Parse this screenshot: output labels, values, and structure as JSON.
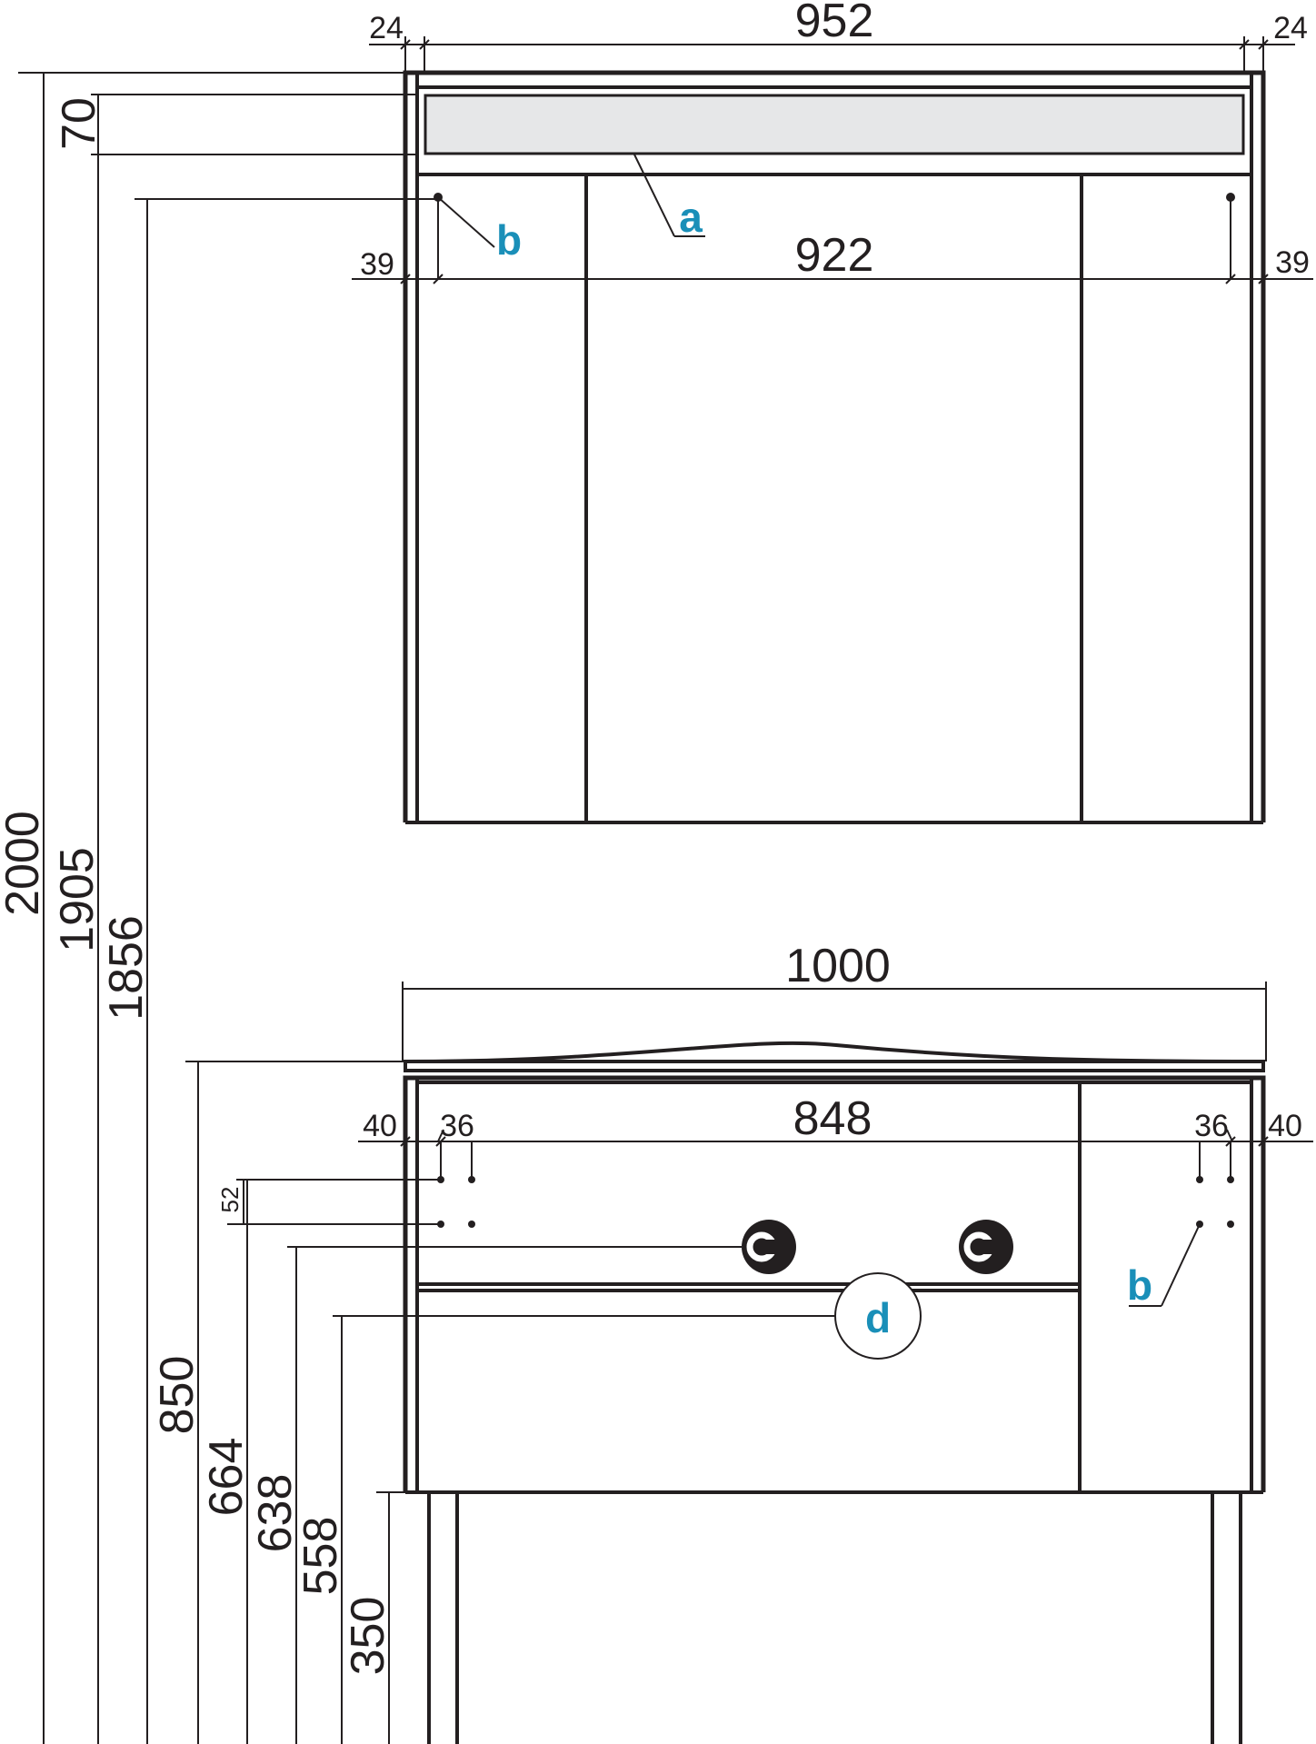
{
  "colors": {
    "line": "#231f20",
    "callout": "#1a8fb8",
    "light_panel": "#e6e7e8"
  },
  "mirror_cabinet": {
    "width_total": "952",
    "side_left": "24",
    "side_right": "24",
    "inner_width": "922",
    "hole_left": "39",
    "hole_right": "39",
    "light_height": "70",
    "callout_light": "a",
    "callout_mount": "b"
  },
  "vanity": {
    "width_total": "1000",
    "inner_width": "848",
    "edge_left": "40",
    "edge_right": "40",
    "hole_left": "36",
    "hole_right": "36",
    "hole_spacing": "52",
    "callout_pipe_1": "c",
    "callout_pipe_2": "c",
    "callout_drain": "d",
    "callout_mount": "b"
  },
  "heights": {
    "total": "2000",
    "mirror_top": "1905",
    "mirror_holes": "1856",
    "vanity_top": "850",
    "upper_holes": "664",
    "lower_holes": "638",
    "pipes": "558",
    "drain": "350"
  }
}
